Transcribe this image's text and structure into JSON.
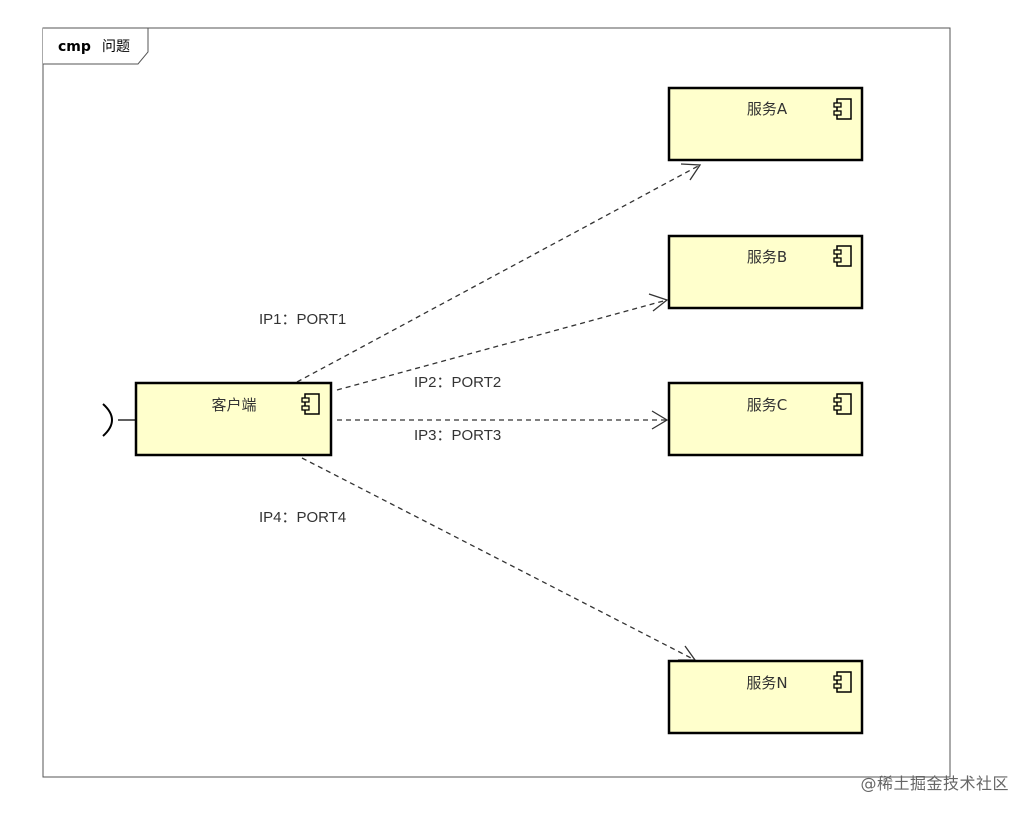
{
  "frame": {
    "keyword": "cmp",
    "name": "问题"
  },
  "components": {
    "client": "客户端",
    "service_a": "服务A",
    "service_b": "服务B",
    "service_c": "服务C",
    "service_n": "服务N"
  },
  "connections": {
    "ip1": "IP1：PORT1",
    "ip2": "IP2：PORT2",
    "ip3": "IP3：PORT3",
    "ip4": "IP4：PORT4"
  },
  "colors": {
    "component_fill": "#ffffcc",
    "component_border": "#000000",
    "line": "#333333"
  },
  "icons": {
    "component": "uml-component-icon",
    "required_interface": "socket-icon"
  },
  "watermark": "@稀土掘金技术社区"
}
